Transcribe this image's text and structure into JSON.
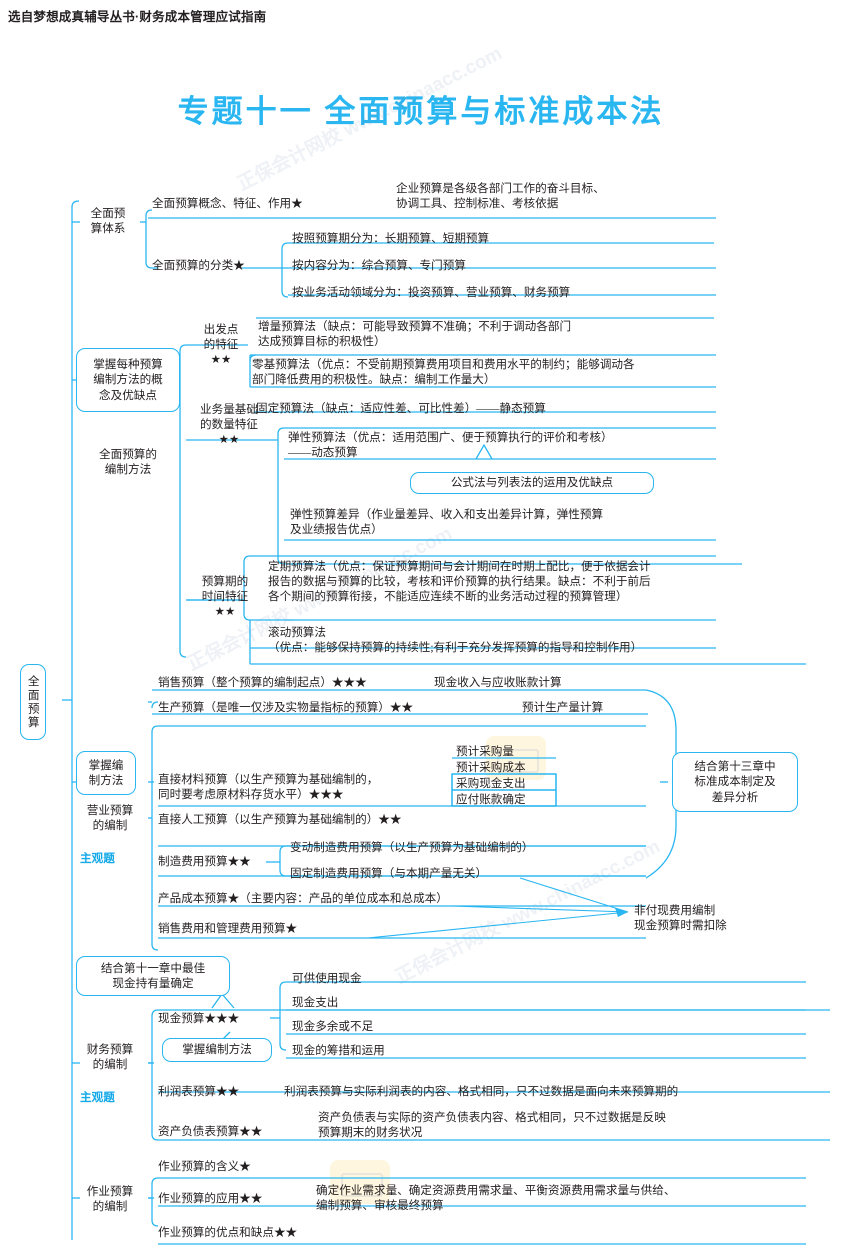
{
  "header": {
    "source_line": "选自梦想成真辅导丛书·财务成本管理应试指南"
  },
  "title": "专题十一   全面预算与标准成本法",
  "root": {
    "label": "全面预算"
  },
  "watermarks": [
    "正保会计网校 www.chinaacc.com",
    "正保会计网校 www.chinaacc.com",
    "正保会计网校 www.chinaacc.com"
  ],
  "branches": [
    {
      "id": "system",
      "label": "全面预\n算体系",
      "items": [
        {
          "id": "concept",
          "label": "全面预算概念、特征、作用★",
          "detail": "企业预算是各级各部门工作的奋斗目标、\n协调工具、控制标准、考核依据"
        },
        {
          "id": "classification",
          "label": "全面预算的分类★",
          "children": [
            "按照预算期分为：长期预算、短期预算",
            "按内容分为：综合预算、专门预算",
            "按业务活动领域分为：投资预算、营业预算、财务预算"
          ]
        }
      ]
    },
    {
      "id": "methods",
      "label": "全面预算的\n编制方法",
      "callout": "掌握每种预算\n编制方法的概\n念及优缺点",
      "groups": [
        {
          "id": "startpoint",
          "label": "出发点\n的特征",
          "stars": "★★",
          "items": [
            "增量预算法（缺点：可能导致预算不准确；不利于调动各部门\n达成预算目标的积极性）",
            "零基预算法（优点：不受前期预算费用项目和费用水平的制约；能够调动各\n部门降低费用的积极性。缺点：编制工作量大）"
          ]
        },
        {
          "id": "volume",
          "label": "业务量基础\n的数量特征",
          "stars": "★★",
          "items": [
            "固定预算法（缺点：适应性差、可比性差）——静态预算",
            "弹性预算法（优点：适用范围广、便于预算执行的评价和考核）\n——动态预算",
            "弹性预算差异（作业量差异、收入和支出差异计算，弹性预算\n及业绩报告优点）"
          ],
          "callout": "公式法与列表法的运用及优缺点"
        },
        {
          "id": "period",
          "label": "预算期的\n时间特征",
          "stars": "★★",
          "items": [
            "定期预算法（优点：保证预算期间与会计期间在时期上配比，便于依据会计\n报告的数据与预算的比较，考核和评价预算的执行结果。缺点：不利于前后\n各个期间的预算衔接，不能适应连续不断的业务活动过程的预算管理）",
            "滚动预算法\n（优点：能够保持预算的持续性;有利于充分发挥预算的指导和控制作用）"
          ]
        }
      ]
    },
    {
      "id": "operating",
      "label": "营业预算\n的编制",
      "callout": "掌握编\n制方法",
      "subject_tag": "主观题",
      "items": [
        {
          "label": "销售预算（整个预算的编制起点）★★★",
          "note": "现金收入与应收账款计算"
        },
        {
          "label": "生产预算（是唯一仅涉及实物量指标的预算）★★",
          "note": "预计生产量计算"
        },
        {
          "label": "直接材料预算（以生产预算为基础编制的，\n同时要考虑原材料存货水平）★★★",
          "box_list": [
            "预计采购量",
            "预计采购成本",
            "采购现金支出",
            "应付账款确定"
          ]
        },
        {
          "label": "直接人工预算（以生产预算为基础编制的）★★"
        },
        {
          "label": "制造费用预算★★",
          "children": [
            "变动制造费用预算（以生产预算为基础编制的）",
            "固定制造费用预算（与本期产量无关）"
          ]
        },
        {
          "label": "产品成本预算★（主要内容：产品的单位成本和总成本）"
        },
        {
          "label": "销售费用和管理费用预算★"
        }
      ],
      "side_note": "结合第十三章中\n标准成本制定及\n差异分析",
      "bottom_note": "非付现费用编制\n现金预算时需扣除"
    },
    {
      "id": "financial",
      "label": "财务预算\n的编制",
      "subject_tag": "主观题",
      "callout_top": "结合第十一章中最佳\n现金持有量确定",
      "callout_bottom": "掌握编制方法",
      "items": [
        {
          "label": "现金预算★★★",
          "children": [
            "可供使用现金",
            "现金支出",
            "现金多余或不足",
            "现金的筹措和运用"
          ]
        },
        {
          "label": "利润表预算★★",
          "note": "利润表预算与实际利润表的内容、格式相同，只不过数据是面向未来预算期的"
        },
        {
          "label": "资产负债表预算★★",
          "note": "资产负债表与实际的资产负债表内容、格式相同，只不过数据是反映\n预算期末的财务状况"
        }
      ]
    },
    {
      "id": "activity",
      "label": "作业预算\n的编制",
      "items": [
        {
          "label": "作业预算的含义★"
        },
        {
          "label": "作业预算的应用★★",
          "note": "确定作业需求量、确定资源费用需求量、平衡资源费用需求量与供给、\n编制预算、审核最终预算"
        },
        {
          "label": "作业预算的优点和缺点★★"
        }
      ]
    }
  ],
  "colors": {
    "accent": "#29b6f1",
    "text": "#231f20",
    "subject": "#14a9e8"
  }
}
